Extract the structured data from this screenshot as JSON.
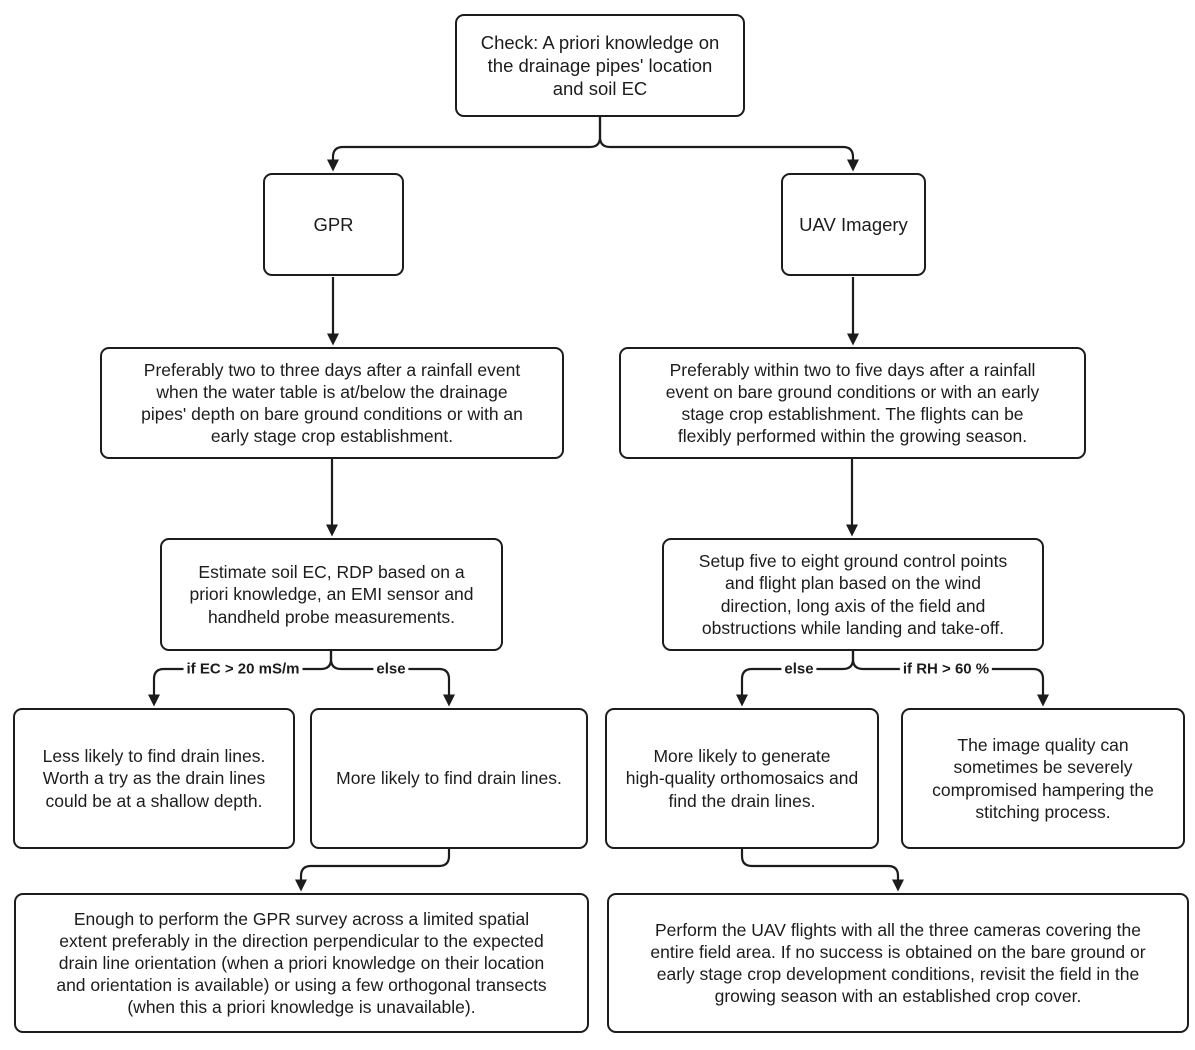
{
  "diagram": {
    "nodes": {
      "check": {
        "text": "Check: A priori knowledge on\nthe drainage pipes' location\nand soil EC"
      },
      "gpr": {
        "text": "GPR"
      },
      "uav": {
        "text": "UAV Imagery"
      },
      "gpr_timing": {
        "text": "Preferably two to three days after a rainfall event\nwhen the water table is at/below the drainage\npipes' depth on bare ground conditions or with an\nearly stage crop establishment."
      },
      "uav_timing": {
        "text": "Preferably within two to five days after a rainfall\nevent on bare ground conditions or with an early\nstage crop establishment. The flights can be\nflexibly performed within the growing season."
      },
      "gpr_estimate": {
        "text": "Estimate soil EC, RDP based on a\npriori knowledge, an EMI sensor and\nhandheld probe measurements."
      },
      "uav_setup": {
        "text": "Setup five to eight ground control points\nand flight plan based on the wind\ndirection, long axis of the field and\nobstructions while landing and take-off."
      },
      "gpr_less_likely": {
        "text": "Less likely to find drain lines.\nWorth a try as the drain lines\ncould be at a shallow depth."
      },
      "gpr_more_likely": {
        "text": "More likely to find drain lines."
      },
      "uav_more_likely": {
        "text": "More likely to generate\nhigh-quality orthomosaics and\nfind the drain lines."
      },
      "uav_quality": {
        "text": "The image quality can\nsometimes be severely\ncompromised hampering the\nstitching process."
      },
      "gpr_survey": {
        "text": "Enough to perform the GPR survey across a limited spatial\nextent preferably in the direction perpendicular to the expected\ndrain line orientation (when a priori knowledge on their location\nand orientation is available) or using a few orthogonal transects\n(when this a priori knowledge is unavailable)."
      },
      "uav_flights": {
        "text": "Perform the UAV flights with all the three cameras covering the\nentire field area. If no success is obtained on the bare ground or\nearly stage crop development conditions, revisit the field in the\ngrowing season with an established crop cover."
      }
    },
    "edge_labels": {
      "ec_condition": "if EC > 20 mS/m",
      "gpr_else": "else",
      "uav_else": "else",
      "rh_condition": "if RH > 60 %"
    },
    "colors": {
      "stroke": "#1c1c1c",
      "background": "#ffffff",
      "text": "#1c1c1c"
    }
  }
}
